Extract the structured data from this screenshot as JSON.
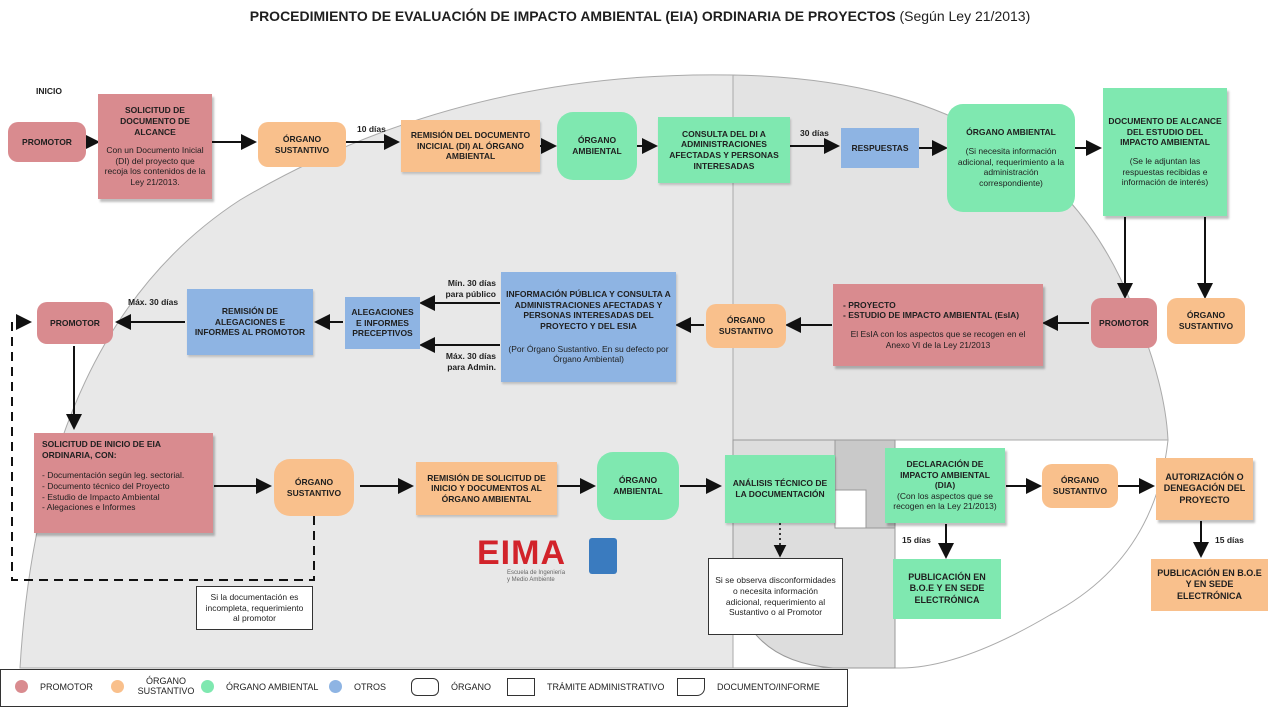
{
  "title": {
    "main": "PROCEDIMIENTO DE EVALUACIÓN  DE IMPACTO AMBIENTAL (EIA) ORDINARIA DE PROYECTOS",
    "note": "(Según Ley 21/2013)"
  },
  "inicio": "INICIO",
  "nodes": {
    "promotor1": "PROMOTOR",
    "solicitud_alcance": {
      "title": "SOLICITUD DE DOCUMENTO DE ALCANCE",
      "body": "Con un Documento Inicial (DI) del proyecto que recoja los contenidos de la Ley 21/2013."
    },
    "organo_sust1": "ÓRGANO SUSTANTIVO",
    "remision_di": "REMISIÓN DEL DOCUMENTO INCICIAL (DI) AL ÓRGANO AMBIENTAL",
    "organo_amb1": "ÓRGANO AMBIENTAL",
    "consulta_di": "CONSULTA DEL DI A ADMINISTRACIONES AFECTADAS Y PERSONAS INTERESADAS",
    "respuestas": "RESPUESTAS",
    "organo_amb2": {
      "title": "ÓRGANO AMBIENTAL",
      "body": "(Si necesita información adicional, requerimiento a la administración correspondiente)"
    },
    "doc_alcance": {
      "title": "DOCUMENTO DE ALCANCE DEL ESTUDIO DEL IMPACTO AMBIENTAL",
      "body": "(Se le adjuntan las respuestas recibidas e información de interés)"
    },
    "promotor2": "PROMOTOR",
    "organo_sust2": "ÓRGANO SUSTANTIVO",
    "proyecto_esia": {
      "l1": "- PROYECTO",
      "l2": "- ESTUDIO DE IMPACTO AMBIENTAL (EsIA)",
      "body": "El EsIA con los aspectos que se recogen en el Anexo VI de la Ley 21/2013"
    },
    "organo_sust3": "ÓRGANO SUSTANTIVO",
    "info_publica": {
      "title": "INFORMACIÓN PÚBLICA Y CONSULTA A ADMINISTRACIONES AFECTADAS Y PERSONAS INTERESADAS DEL PROYECTO Y DEL ESIA",
      "body": "(Por Órgano Sustantivo. En su defecto por Órgano Ambiental)"
    },
    "alegaciones": "ALEGACIONES E INFORMES PRECEPTIVOS",
    "remision_aleg": "REMISIÓN DE ALEGACIONES E INFORMES AL PROMOTOR",
    "promotor3": "PROMOTOR",
    "solicitud_inicio": {
      "title": "SOLICITUD DE INICIO DE EIA ORDINARIA, CON:",
      "items": [
        "- Documentación según leg. sectorial.",
        "- Documento técnico del Proyecto",
        "- Estudio de Impacto Ambiental",
        "- Alegaciones e Informes"
      ]
    },
    "organo_sust4": "ÓRGANO SUSTANTIVO",
    "remision_solicitud": "REMISIÓN DE SOLICITUD DE INICIO Y DOCUMENTOS AL ÓRGANO AMBIENTAL",
    "organo_amb3": "ÓRGANO AMBIENTAL",
    "analisis": "ANÁLISIS TÉCNICO DE LA DOCUMENTACIÓN",
    "dia": {
      "title": "DECLARACIÓN DE IMPACTO AMBIENTAL (DIA)",
      "body": "(Con los aspectos que se recogen en la Ley 21/2013)"
    },
    "organo_sust5": "ÓRGANO SUSTANTIVO",
    "autorizacion": "AUTORIZACIÓN O DENEGACIÓN DEL PROYECTO",
    "publicacion1": "PUBLICACIÓN EN B.O.E Y EN SEDE ELECTRÓNICA",
    "publicacion2": "PUBLICACIÓN EN B.O.E Y EN SEDE ELECTRÓNICA",
    "note_incompleta": "Si la documentación es incompleta, requerimiento al promotor",
    "note_disconf": "Si se observa disconformidades o necesita información adicional, requerimiento al Sustantivo o al Promotor"
  },
  "labels": {
    "dias10": "10 días",
    "dias30": "30 días",
    "min30": "Mín. 30 días",
    "para_publico": "para público",
    "max30_admin": "Máx. 30 días",
    "para_admin": "para Admin.",
    "max30": "Máx. 30 días",
    "dias15a": "15 días",
    "dias15b": "15 días"
  },
  "legend": {
    "promotor": "PROMOTOR",
    "organo_sustantivo": "ÓRGANO SUSTANTIVO",
    "organo_ambiental": "ÓRGANO AMBIENTAL",
    "otros": "OTROS",
    "organo": "ÓRGANO",
    "tramite": "TRÁMITE ADMINISTRATIVO",
    "documento": "DOCUMENTO/INFORME"
  },
  "logo": {
    "name": "EIMA",
    "line1": "Escuela de Ingeniería",
    "line2": "y Medio Ambiente"
  },
  "colors": {
    "promotor": "#d98b8f",
    "organo_sustantivo": "#f9c08c",
    "organo_ambiental": "#7fe8b0",
    "otros": "#8eb4e3",
    "background_shape": "#e6e6e6",
    "logo": "#d2232a"
  }
}
